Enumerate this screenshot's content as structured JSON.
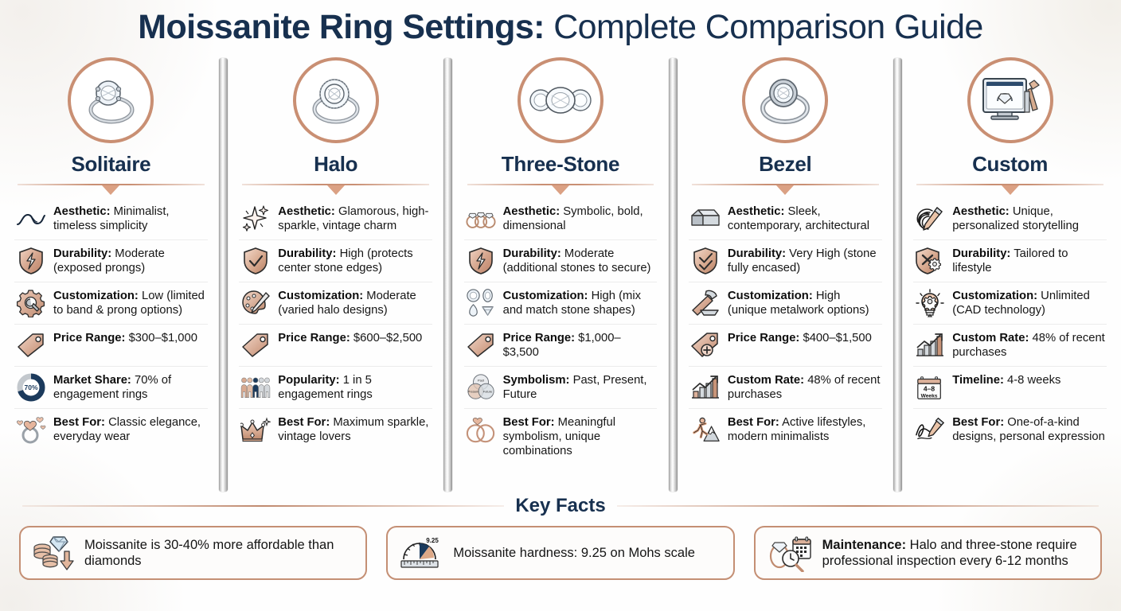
{
  "title": {
    "strong": "Moissanite Ring Settings:",
    "light": " Complete Comparison Guide"
  },
  "colors": {
    "navy": "#17304f",
    "rose_gold": "#c98f73",
    "silver": "#c9c9c9",
    "background": "#fefefe"
  },
  "columns": [
    {
      "name": "Solitaire",
      "icon": "solitaire-ring-icon",
      "rows": [
        {
          "icon": "wave-icon",
          "label": "Aesthetic:",
          "value": " Minimalist, timeless simplicity"
        },
        {
          "icon": "cracked-shield-icon",
          "label": "Durability:",
          "value": " Moderate (exposed prongs)"
        },
        {
          "icon": "gear-wrench-icon",
          "label": "Customization:",
          "value": " Low (limited to band & prong options)"
        },
        {
          "icon": "price-tag-icon",
          "label": "Price Range:",
          "value": " $300–$1,000"
        },
        {
          "icon": "donut-chart-70-icon",
          "label": "Market Share:",
          "value": " 70% of engagement rings"
        },
        {
          "icon": "ring-hearts-icon",
          "label": "Best For:",
          "value": " Classic elegance, everyday wear"
        }
      ]
    },
    {
      "name": "Halo",
      "icon": "halo-ring-icon",
      "rows": [
        {
          "icon": "sparkle-icon",
          "label": "Aesthetic:",
          "value": " Glamorous, high-sparkle, vintage charm"
        },
        {
          "icon": "check-shield-icon",
          "label": "Durability:",
          "value": " High (protects center stone edges)"
        },
        {
          "icon": "palette-icon",
          "label": "Customization:",
          "value": " Moderate (varied halo designs)"
        },
        {
          "icon": "price-tag-icon",
          "label": "Price Range:",
          "value": " $600–$2,500"
        },
        {
          "icon": "people-1-in-5-icon",
          "label": "Popularity:",
          "value": " 1 in 5 engagement rings"
        },
        {
          "icon": "crown-icon",
          "label": "Best For:",
          "value": " Maximum sparkle, vintage lovers"
        }
      ]
    },
    {
      "name": "Three-Stone",
      "icon": "three-stone-ring-icon",
      "rows": [
        {
          "icon": "three-rings-icon",
          "label": "Aesthetic:",
          "value": " Symbolic, bold, dimensional"
        },
        {
          "icon": "cracked-shield-icon",
          "label": "Durability:",
          "value": " Moderate (additional stones to secure)"
        },
        {
          "icon": "gem-shapes-icon",
          "label": "Customization:",
          "value": " High (mix and match stone shapes)"
        },
        {
          "icon": "price-tag-icon",
          "label": "Price Range:",
          "value": " $1,000–$3,500"
        },
        {
          "icon": "venn-diagram-icon",
          "label": "Symbolism:",
          "value": " Past, Present, Future"
        },
        {
          "icon": "linked-rings-heart-icon",
          "label": "Best For:",
          "value": " Meaningful symbolism, unique combinations"
        }
      ]
    },
    {
      "name": "Bezel",
      "icon": "bezel-ring-icon",
      "rows": [
        {
          "icon": "bezel-block-icon",
          "label": "Aesthetic:",
          "value": " Sleek, contemporary, architectural"
        },
        {
          "icon": "double-check-shield-icon",
          "label": "Durability:",
          "value": " Very High (stone fully encased)"
        },
        {
          "icon": "hammer-anvil-icon",
          "label": "Customization:",
          "value": " High (unique metalwork options)"
        },
        {
          "icon": "price-tag-plus-icon",
          "label": "Price Range:",
          "value": " $400–$1,500"
        },
        {
          "icon": "growth-chart-icon",
          "label": "Custom Rate:",
          "value": " 48% of recent purchases"
        },
        {
          "icon": "runner-mountain-icon",
          "label": "Best For:",
          "value": " Active lifestyles, modern minimalists"
        }
      ]
    },
    {
      "name": "Custom",
      "icon": "custom-design-screen-icon",
      "rows": [
        {
          "icon": "fingerprint-pencil-icon",
          "label": "Aesthetic:",
          "value": " Unique, personalized storytelling"
        },
        {
          "icon": "shield-gear-x-icon",
          "label": "Durability:",
          "value": " Tailored to lifestyle"
        },
        {
          "icon": "lightbulb-gear-icon",
          "label": "Customization:",
          "value": " Unlimited (CAD technology)"
        },
        {
          "icon": "growth-chart-icon",
          "label": "Custom Rate:",
          "value": " 48% of recent purchases"
        },
        {
          "icon": "calendar-4-8-weeks-icon",
          "label": "Timeline:",
          "value": " 4-8 weeks"
        },
        {
          "icon": "signature-pen-icon",
          "label": "Best For:",
          "value": " One-of-a-kind designs, personal expression"
        }
      ]
    }
  ],
  "key_facts": {
    "heading": "Key Facts",
    "items": [
      {
        "icon": "coins-diamond-down-icon",
        "label": "",
        "text": "Moissanite is 30-40% more affordable than diamonds"
      },
      {
        "icon": "hardness-gauge-icon",
        "label": "",
        "text": "Moissanite hardness: 9.25 on Mohs scale",
        "gauge_value": "9.25"
      },
      {
        "icon": "ring-calendar-clock-icon",
        "label": "Maintenance:",
        "text": " Halo and three-stone require professional inspection every 6-12 months"
      }
    ]
  }
}
